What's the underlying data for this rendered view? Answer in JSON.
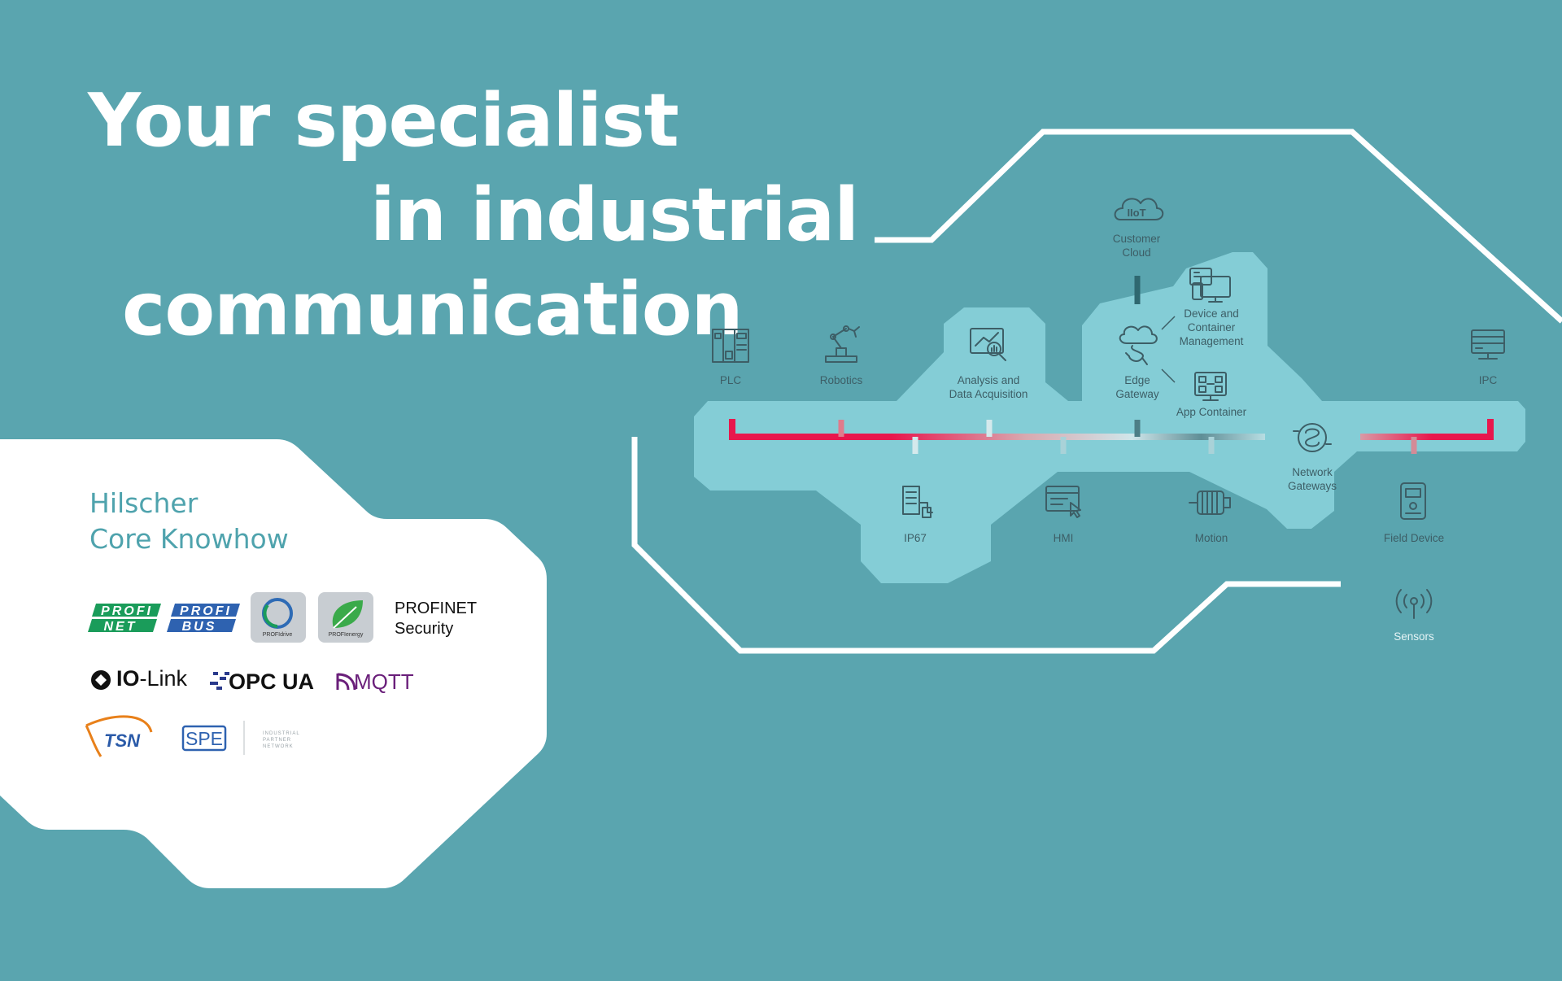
{
  "headline": {
    "line1": "Your specialist",
    "line2": "in industrial",
    "line3": "communication"
  },
  "core": {
    "line1": "Hilscher",
    "line2": "Core Knowhow"
  },
  "logos": {
    "profinet": [
      "PROFI",
      "NET"
    ],
    "profibus": [
      "PROFI",
      "BUS"
    ],
    "profidrive": "PROFIdrive",
    "profienergy": "PROFIenergy",
    "profinet_security": [
      "PROFINET",
      "Security"
    ],
    "iolink_a": "IO",
    "iolink_b": "-Link",
    "opcua": "OPC UA",
    "mqtt": "MQTT",
    "tsn": "TSN",
    "spe": "SPE",
    "ipn": [
      "INDUSTRIAL",
      "PARTNER",
      "NETWORK"
    ]
  },
  "nodes": {
    "plc": "PLC",
    "robotics": "Robotics",
    "analysis": [
      "Analysis and",
      "Data Acquisition"
    ],
    "cloud_badge": "IIoT",
    "cloud": [
      "Customer",
      "Cloud"
    ],
    "device_mgmt": [
      "Device and",
      "Container",
      "Management"
    ],
    "edge": [
      "Edge",
      "Gateway"
    ],
    "app_container": "App Container",
    "ipc": "IPC",
    "network_gw": [
      "Network",
      "Gateways"
    ],
    "ip67": "IP67",
    "hmi": "HMI",
    "motion": "Motion",
    "field_device": "Field Device",
    "sensors": "Sensors"
  },
  "colors": {
    "background": "#5aa5af",
    "diagram_fill": "#84cdd6",
    "accent_red": "#e8174d",
    "icon_stroke": "#3d5e66",
    "white": "#ffffff",
    "core_title": "#4fa3ad"
  }
}
